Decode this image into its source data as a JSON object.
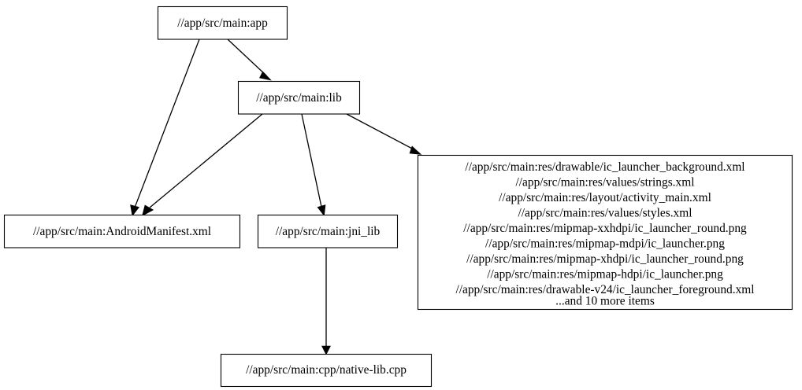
{
  "diagram": {
    "type": "dependency-graph",
    "title": "",
    "background_color": "#ffffff",
    "node_fill": "#ffffff",
    "node_stroke": "#000000",
    "edge_color": "#000000",
    "nodes": [
      {
        "id": "app",
        "label": "//app/src/main:app"
      },
      {
        "id": "lib",
        "label": "//app/src/main:lib"
      },
      {
        "id": "manifest",
        "label": "//app/src/main:AndroidManifest.xml"
      },
      {
        "id": "jni_lib",
        "label": "//app/src/main:jni_lib"
      },
      {
        "id": "native_lib",
        "label": "//app/src/main:cpp/native-lib.cpp"
      },
      {
        "id": "resources",
        "lines": [
          "//app/src/main:res/drawable/ic_launcher_background.xml",
          "//app/src/main:res/values/strings.xml",
          "//app/src/main:res/layout/activity_main.xml",
          "//app/src/main:res/values/styles.xml",
          "//app/src/main:res/mipmap-xxhdpi/ic_launcher_round.png",
          "//app/src/main:res/mipmap-mdpi/ic_launcher.png",
          "//app/src/main:res/mipmap-xhdpi/ic_launcher_round.png",
          "//app/src/main:res/mipmap-hdpi/ic_launcher.png",
          "//app/src/main:res/drawable-v24/ic_launcher_foreground.xml",
          "...and 10 more items"
        ]
      }
    ],
    "edges": [
      {
        "from": "app",
        "to": "lib"
      },
      {
        "from": "app",
        "to": "manifest"
      },
      {
        "from": "lib",
        "to": "manifest"
      },
      {
        "from": "lib",
        "to": "jni_lib"
      },
      {
        "from": "lib",
        "to": "resources"
      },
      {
        "from": "jni_lib",
        "to": "native_lib"
      }
    ]
  }
}
